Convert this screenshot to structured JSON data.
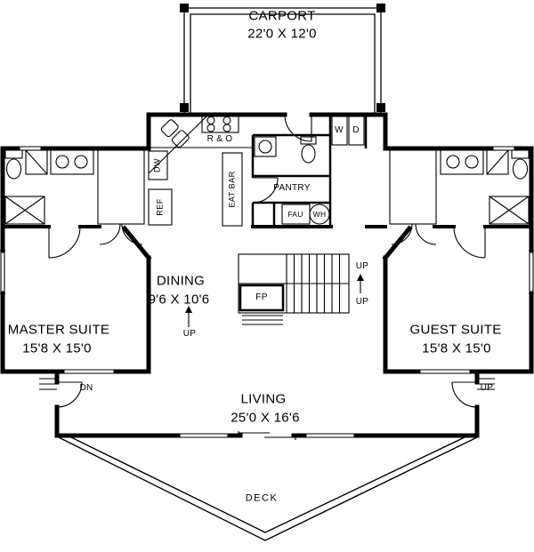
{
  "colors": {
    "line": "#000000",
    "background": "#ffffff"
  },
  "plan": {
    "carport": {
      "name": "CARPORT",
      "dims": "22'0 X 12'0"
    },
    "kitchen": {
      "range_label": "R & O",
      "dishwasher_label": "DW",
      "refrigerator_label": "REF",
      "eat_bar_label": "EAT BAR",
      "pantry_label": "PANTRY"
    },
    "laundry": {
      "washer_label": "W",
      "dryer_label": "D"
    },
    "utility": {
      "furnace_label": "FAU",
      "water_heater_label": "WH"
    },
    "dining": {
      "name": "DINING",
      "dims": "9'6 X 10'6"
    },
    "living": {
      "name": "LIVING",
      "dims": "25'0 X 16'6"
    },
    "master_suite": {
      "name": "MASTER SUITE",
      "dims": "15'8 X 15'0"
    },
    "guest_suite": {
      "name": "GUEST SUITE",
      "dims": "15'8 X 15'0"
    },
    "deck": {
      "name": "DECK"
    },
    "stairs": {
      "up_label": "UP",
      "fireplace_label": "FP"
    },
    "entries": {
      "down_label": "DN",
      "up_label": "UP"
    }
  }
}
